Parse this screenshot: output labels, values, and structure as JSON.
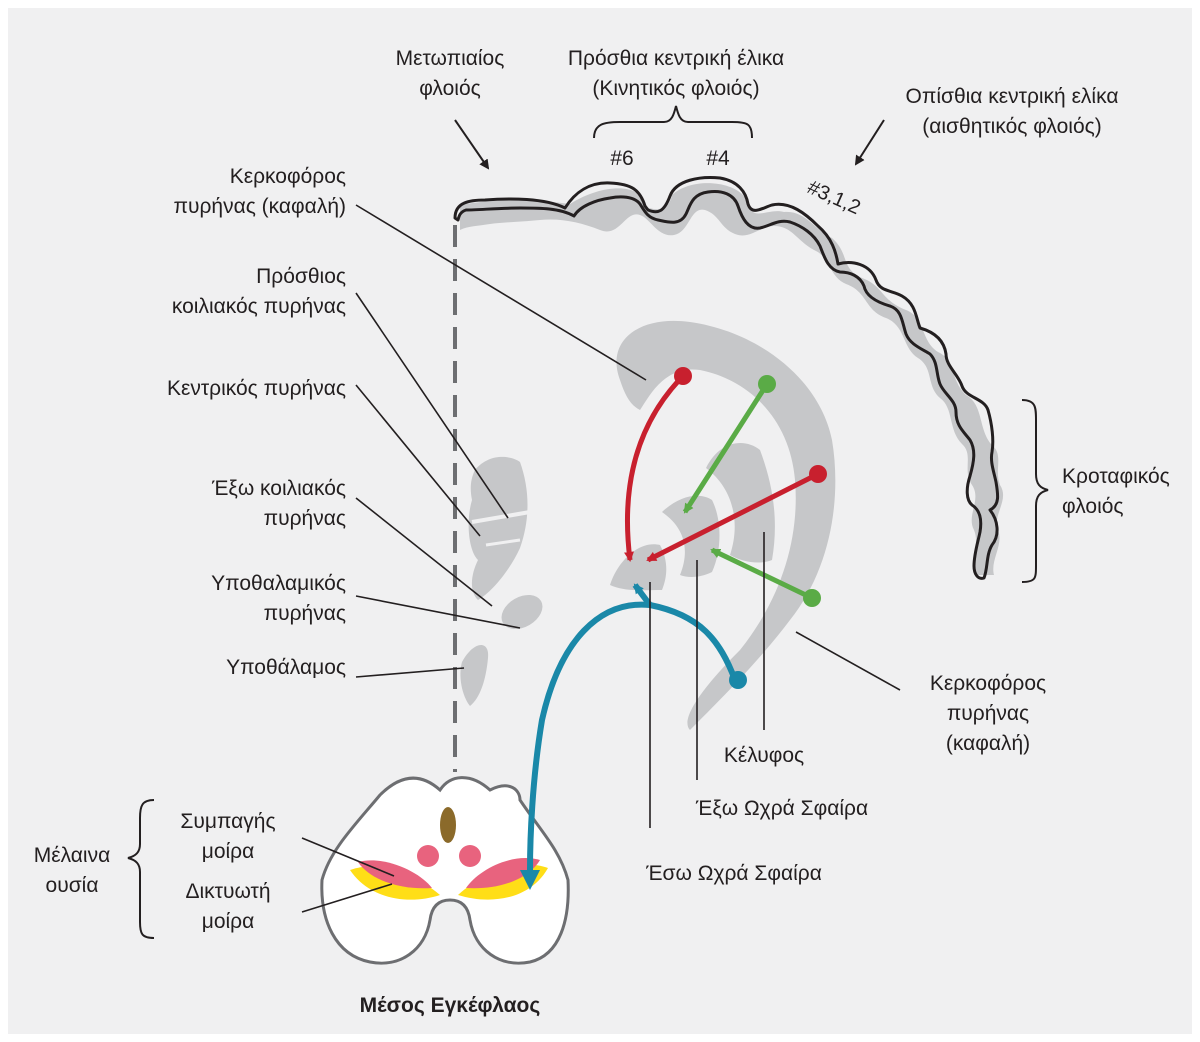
{
  "colors": {
    "frame_bg": "#f0f0f1",
    "structure_gray": "#c6c7c9",
    "outline": "#231f20",
    "midbrain_outline": "#6d6e71",
    "dashed_line": "#6d6e71",
    "red_pathway": "#c8202e",
    "green_pathway": "#5aab46",
    "blue_pathway": "#1a88a8",
    "pink": "#e8637e",
    "yellow": "#ffde17",
    "aqueduct_brown": "#8b6a2a"
  },
  "labels": {
    "frontal_cortex": [
      "Μετωπιαίος",
      "φλοιός"
    ],
    "precentral_gyrus": [
      "Πρόσθια κεντρική έλικα",
      "(Κινητικός φλοιός)"
    ],
    "area6": "#6",
    "area4": "#4",
    "postcentral_gyrus": [
      "Οπίσθια κεντρική ελίκα",
      "(αισθητικός φλοιός)"
    ],
    "areas312": "#3,1,2",
    "caudate_head": [
      "Κερκοφόρος",
      "πυρήνας (καφαλή)"
    ],
    "ventral_anterior": [
      "Πρόσθιος",
      "κοιλιακός πυρήνας"
    ],
    "central_nucleus": "Κεντρικός πυρήνας",
    "ventral_lateral": [
      "Έξω κοιλιακός",
      "πυρήνας"
    ],
    "subthalamic": [
      "Υποθαλαμικός",
      "πυρήνας"
    ],
    "hypothalamus": "Υποθάλαμος",
    "temporal_cortex": [
      "Κροταφικός",
      "φλοιός"
    ],
    "caudate_tail": [
      "Κερκοφόρος",
      "πυρήνας",
      "(καφαλή)"
    ],
    "putamen": "Κέλυφος",
    "external_globus": "Έξω Ωχρά Σφαίρα",
    "internal_globus": "Έσω Ωχρά Σφαίρα",
    "pars_compacta": [
      "Συμπαγής",
      "μοίρα"
    ],
    "pars_reticulata": [
      "Δικτυωτή",
      "μοίρα"
    ],
    "substantia_nigra": [
      "Μέλαινα",
      "ουσία"
    ],
    "midbrain": "Μέσος Εγκέφλαος"
  }
}
